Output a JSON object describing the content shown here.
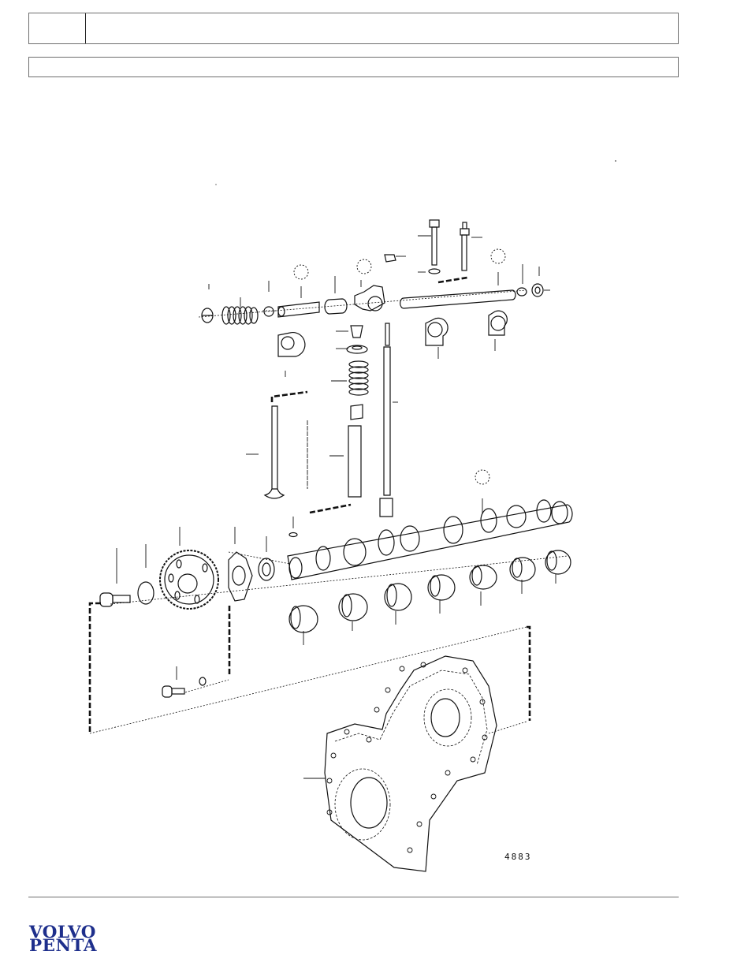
{
  "header": {
    "section_code": "",
    "section_title": "",
    "subtitle": ""
  },
  "drawing": {
    "description": "Exploded parts diagram: rocker arm shaft, valves, camshaft, timing gear and timing gear casing",
    "figure_number": "4883",
    "callouts_unnumbered": 4,
    "line_color": "#111111"
  },
  "footer": {
    "logo_line1": "VOLVO",
    "logo_line2": "PENTA",
    "logo_color": "#1e2f8c"
  }
}
